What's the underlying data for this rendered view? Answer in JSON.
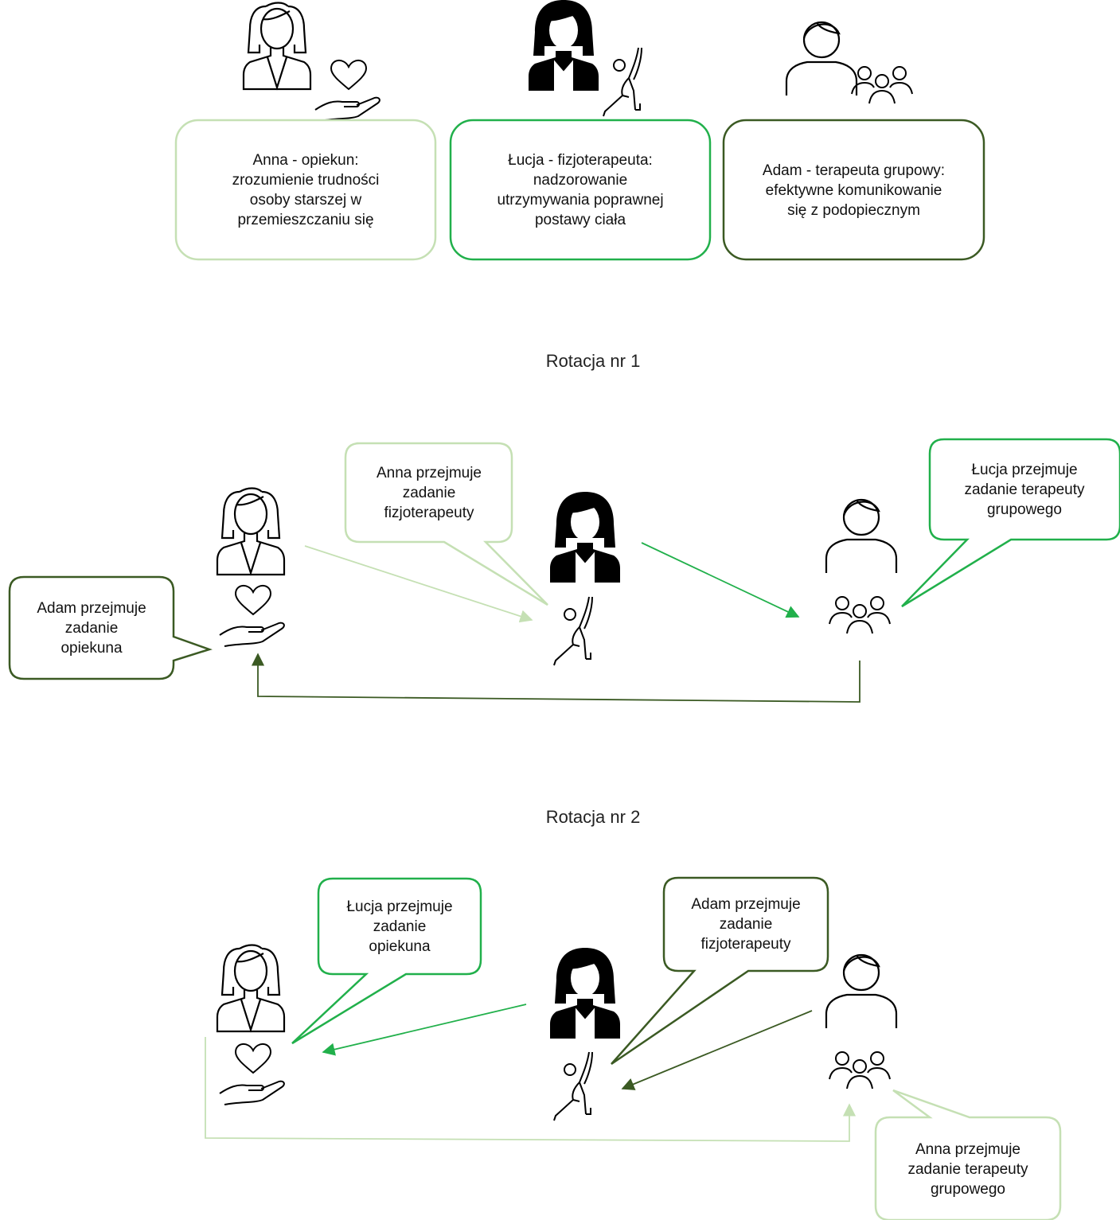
{
  "colors": {
    "light_green": "#c5e0b4",
    "green": "#21b04b",
    "dark_green": "#3b5a23",
    "icon_black": "#000000"
  },
  "top": {
    "roles": [
      {
        "icon": "caregiver-woman-icon",
        "extra_icon": "heart-hand-icon",
        "color": "light",
        "text": "Anna - opiekun:\nzrozumienie trudności\nosoby starszej w\nprzemieszczaniu się"
      },
      {
        "icon": "physiotherapist-woman-icon",
        "extra_icon": "yoga-pose-icon",
        "color": "green",
        "text": "Łucja - fizjoterapeuta:\nnadzorowanie\nutrzymywania poprawnej\npostawy ciała"
      },
      {
        "icon": "group-therapist-man-icon",
        "extra_icon": "group-people-icon",
        "color": "dark",
        "text": "Adam - terapeuta grupowy:\nefektywne komunikowanie\nsię z podopiecznym"
      }
    ]
  },
  "rotation1": {
    "title": "Rotacja nr 1",
    "callouts": {
      "anna": "Anna przejmuje\nzadanie\nfizjoterapeuty",
      "lucja": "Łucja przejmuje\nzadanie terapeuty\ngrupowego",
      "adam": "Adam przejmuje\nzadanie\nopiekuna"
    }
  },
  "rotation2": {
    "title": "Rotacja nr 2",
    "callouts": {
      "lucja": "Łucja przejmuje\nzadanie\nopiekuna",
      "adam": "Adam przejmuje\nzadanie\nfizjoterapeuty",
      "anna": "Anna przejmuje\nzadanie terapeuty\ngrupowego"
    }
  }
}
